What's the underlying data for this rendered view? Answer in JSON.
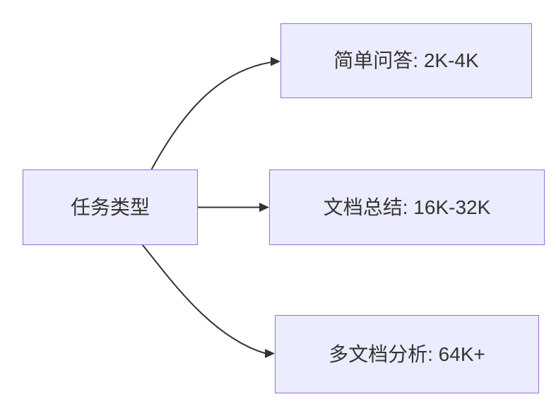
{
  "diagram": {
    "type": "flowchart",
    "direction": "LR",
    "root": {
      "id": "task-type",
      "label": "任务类型"
    },
    "branches": [
      {
        "id": "simple-qa",
        "label": "简单问答: 2K-4K"
      },
      {
        "id": "doc-summary",
        "label": "文档总结: 16K-32K"
      },
      {
        "id": "multi-doc-analysis",
        "label": "多文档分析: 64K+"
      }
    ],
    "edges": [
      {
        "from": "任务类型",
        "to": "简单问答: 2K-4K",
        "style": "solid-arrow"
      },
      {
        "from": "任务类型",
        "to": "文档总结: 16K-32K",
        "style": "solid-arrow"
      },
      {
        "from": "任务类型",
        "to": "多文档分析: 64K+",
        "style": "solid-arrow"
      }
    ],
    "colors": {
      "background": "#ffffff",
      "node_fill": "#ECECFF",
      "node_border": "#9370DB",
      "edge": "#333333",
      "text": "#333333"
    }
  }
}
